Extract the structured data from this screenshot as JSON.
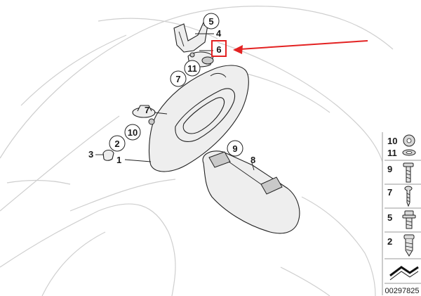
{
  "callouts": {
    "c5": "5",
    "c4": "4",
    "c6": "6",
    "c7a": "7",
    "c11a": "11",
    "c7b": "7",
    "c10a": "10",
    "c2a": "2",
    "c3": "3",
    "c1": "1",
    "c9a": "9",
    "c8": "8"
  },
  "legend": {
    "items": [
      {
        "label": "10"
      },
      {
        "label": "11"
      },
      {
        "label": "9"
      },
      {
        "label": "7"
      },
      {
        "label": "5"
      },
      {
        "label": "2"
      }
    ]
  },
  "diagram_id": "00297825",
  "colors": {
    "highlight": "#e32222",
    "line": "#222222",
    "ghost": "#cfcfcf",
    "part_fill": "#eeeeee"
  }
}
